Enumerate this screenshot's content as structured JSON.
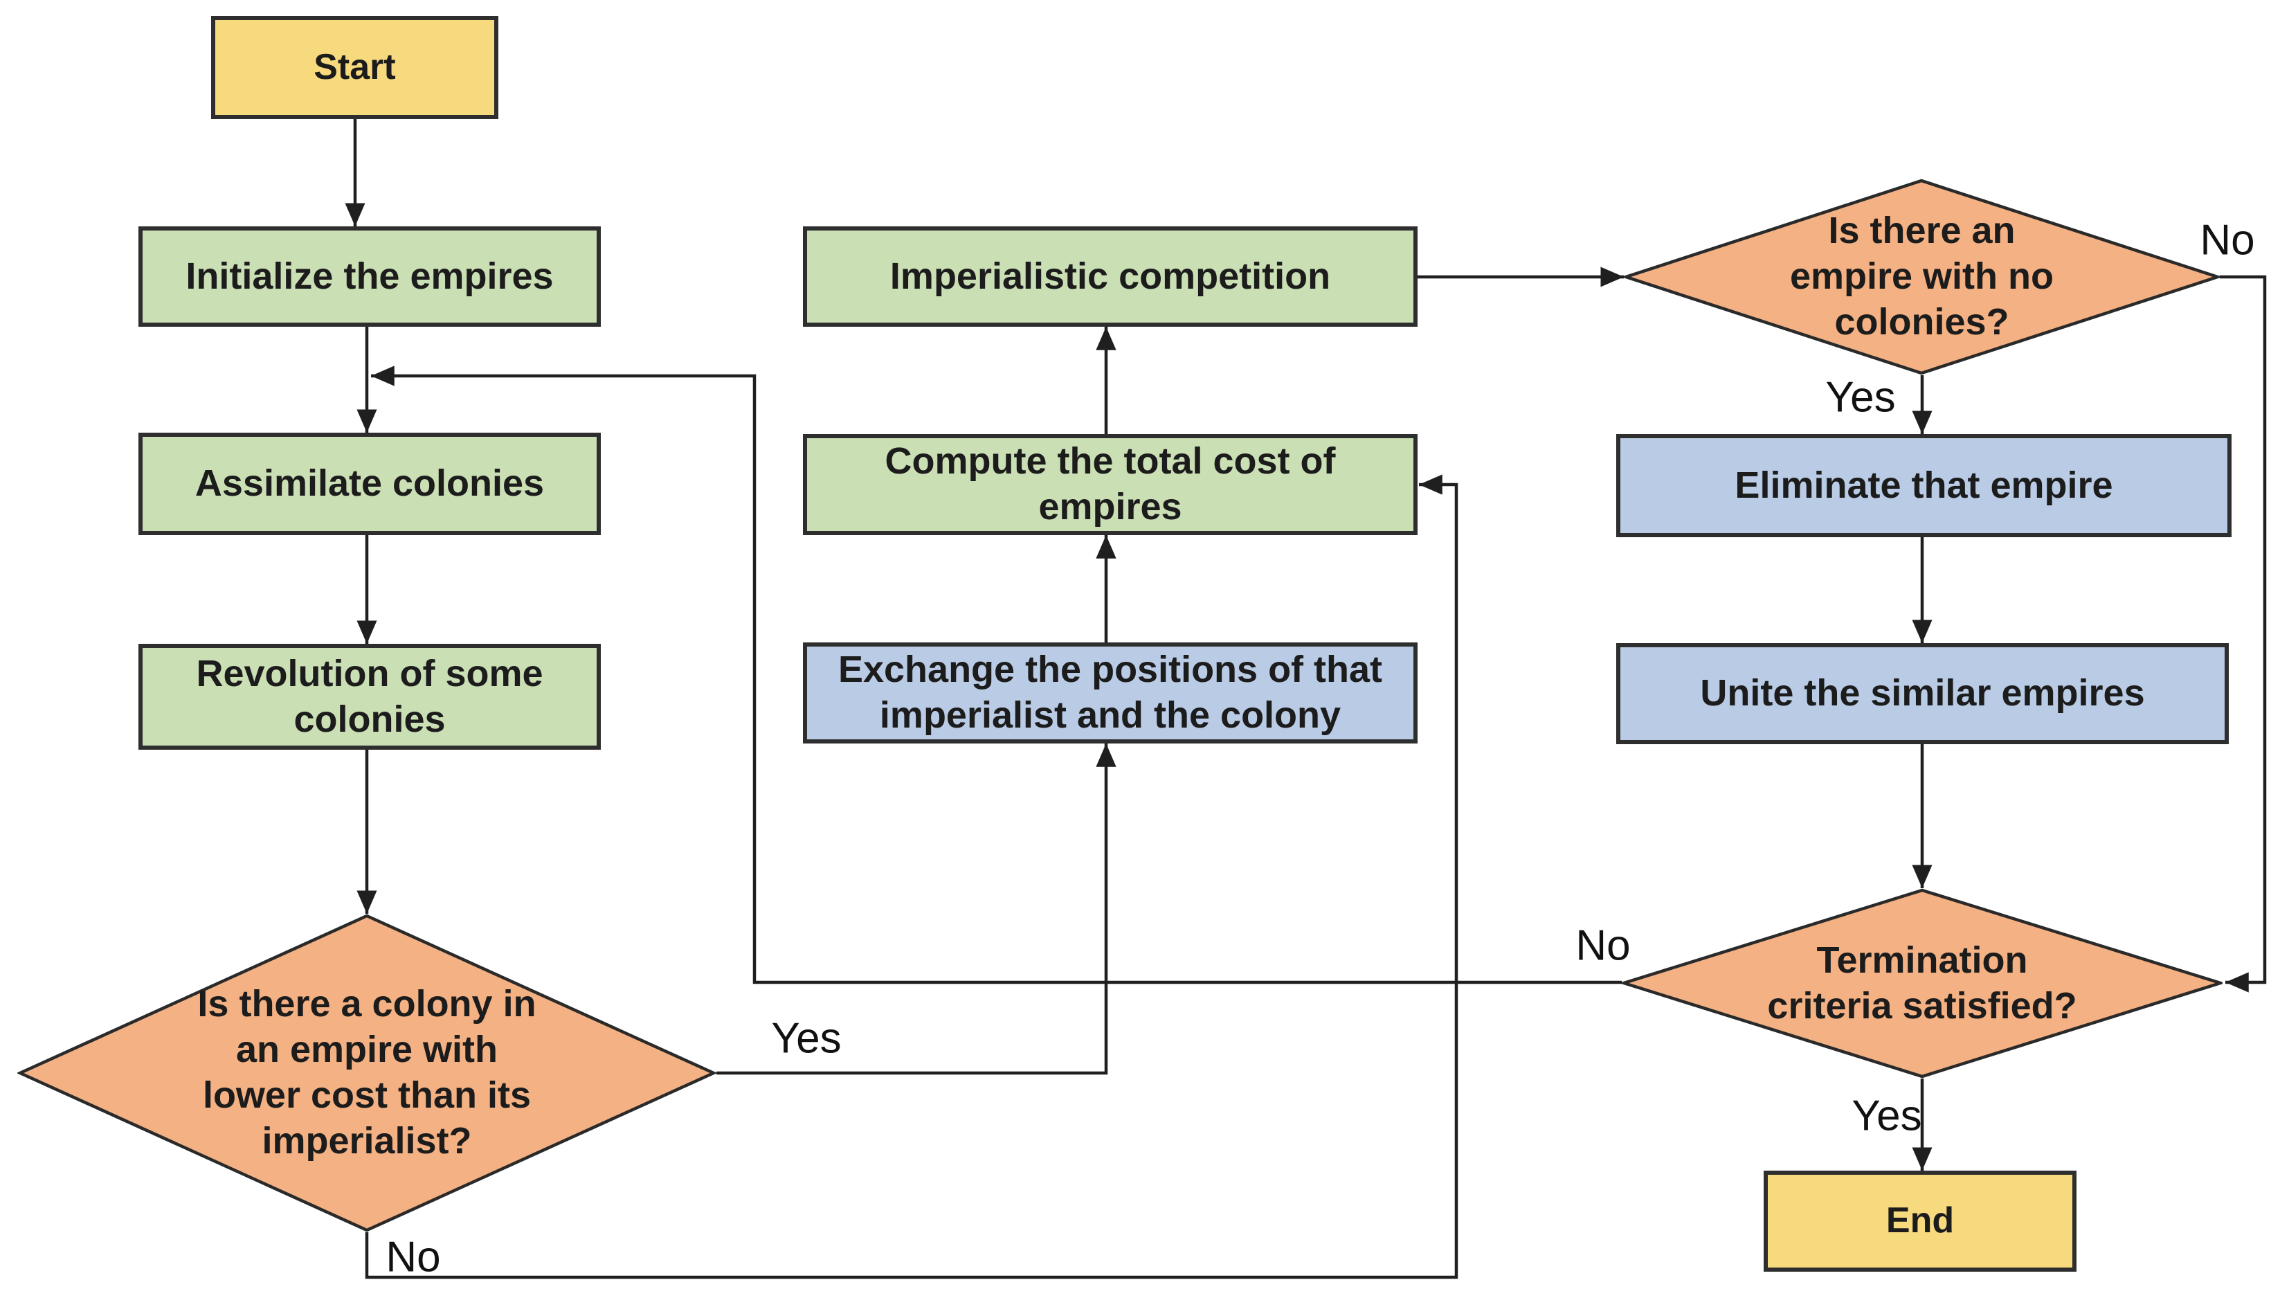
{
  "diagram": {
    "description": "Flowchart of the Imperialist Competitive Algorithm"
  },
  "colors": {
    "background": "#FFFFFF",
    "line": "#1F1F1F",
    "text": "#1C1C1C",
    "terminal_fill": "#F8DA7E",
    "process_fill": "#CBDFB5",
    "alt_process_fill": "#B9CBE5",
    "decision_fill": "#F4B183"
  },
  "nodes": {
    "start": {
      "label": "Start",
      "type": "terminal"
    },
    "initialize": {
      "label": "Initialize the empires",
      "type": "process"
    },
    "assimilate": {
      "label": "Assimilate colonies",
      "type": "process"
    },
    "revolution": {
      "label": [
        "Revolution of some",
        "colonies"
      ],
      "type": "process"
    },
    "colony_decision": {
      "label": [
        "Is there a colony in",
        "an empire with",
        "lower cost than its",
        "imperialist?"
      ],
      "type": "decision"
    },
    "imperialistic_competition": {
      "label": "Imperialistic competition",
      "type": "process"
    },
    "compute_cost": {
      "label": "Compute the total cost of empires",
      "type": "process"
    },
    "exchange_positions": {
      "label": [
        "Exchange the positions of that",
        "imperialist and the colony"
      ],
      "type": "alt-process"
    },
    "empire_decision": {
      "label": [
        "Is there an",
        "empire with no",
        "colonies?"
      ],
      "type": "decision"
    },
    "eliminate_empire": {
      "label": "Eliminate that empire",
      "type": "alt-process"
    },
    "unite_empires": {
      "label": "Unite the similar empires",
      "type": "alt-process"
    },
    "termination_decision": {
      "label": [
        "Termination",
        "criteria satisfied?"
      ],
      "type": "decision"
    },
    "end": {
      "label": "End",
      "type": "terminal"
    }
  },
  "edge_labels": {
    "colony_yes": "Yes",
    "colony_no": "No",
    "empire_no": "No",
    "empire_yes": "Yes",
    "termination_no": "No",
    "termination_yes": "Yes"
  }
}
